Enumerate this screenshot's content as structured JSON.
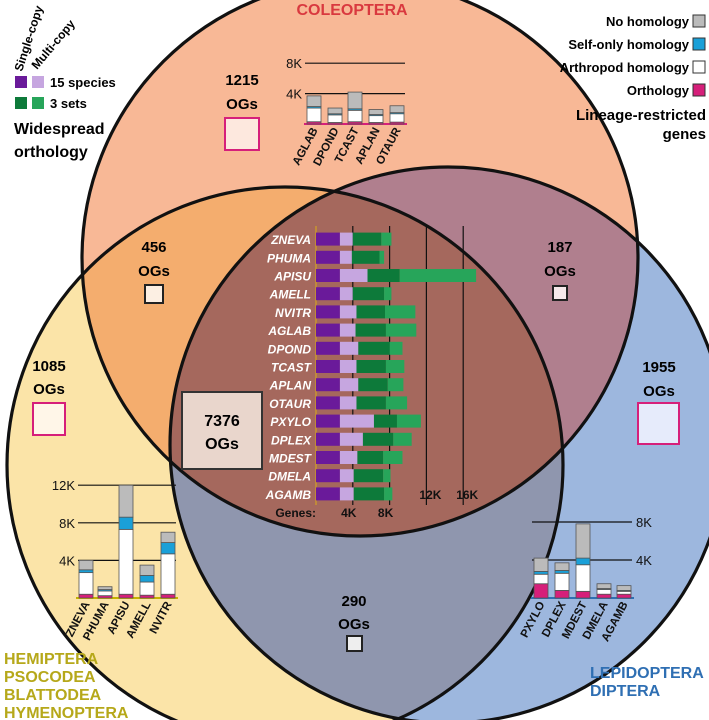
{
  "groups": {
    "coleoptera": {
      "label": "COLEOPTERA",
      "color": "#d9393f"
    },
    "hemiptera": {
      "lines": [
        "HEMIPTERA",
        "PSOCODEA",
        "BLATTODEA",
        "HYMENOPTERA"
      ],
      "color": "#b6a81a"
    },
    "lepidoptera": {
      "lines": [
        "LEPIDOPTERA",
        "DIPTERA"
      ],
      "color": "#2f6fb3"
    }
  },
  "circle_colors": {
    "coleoptera": "#f8b896",
    "hemiptera": "#fbe4a8",
    "lepidoptera": "#9db7de",
    "col_hem": "#f4ad6e",
    "col_lep": "#b07f8e",
    "hem_lep": "#8f96ae",
    "center": "#a5685d"
  },
  "regions": {
    "coleoptera": {
      "count": "1215",
      "unit": "OGs",
      "box_border": "#d61f7a",
      "box_fill": "#fde8de"
    },
    "hemiptera": {
      "count": "1085",
      "unit": "OGs",
      "box_border": "#d61f7a",
      "box_fill": "#fff6e8"
    },
    "lepidoptera": {
      "count": "1955",
      "unit": "OGs",
      "box_border": "#d61f7a",
      "box_fill": "#e6ebfb"
    },
    "col_hem": {
      "count": "456",
      "unit": "OGs",
      "box_border": "#222222",
      "box_fill": "#fcefe3"
    },
    "col_lep": {
      "count": "187",
      "unit": "OGs",
      "box_border": "#222222",
      "box_fill": "#f5e9ea"
    },
    "hem_lep": {
      "count": "290",
      "unit": "OGs",
      "box_border": "#222222",
      "box_fill": "#eeeeee"
    },
    "center": {
      "count": "7376",
      "unit": "OGs",
      "box_border": "#333333",
      "box_fill": "#e9d6cc"
    }
  },
  "widespread_legend": {
    "col_headers": [
      "Single-copy",
      "Multi-copy"
    ],
    "rows": [
      {
        "label": "15 species",
        "colors": [
          "#6a1a9a",
          "#c6a6e0"
        ]
      },
      {
        "label": "3 sets",
        "colors": [
          "#0d7a3a",
          "#27a55a"
        ]
      }
    ],
    "title_lines": [
      "Widespread",
      "orthology"
    ]
  },
  "lineage_legend": {
    "items": [
      {
        "label": "No homology",
        "color": "#bbbbbb"
      },
      {
        "label": "Self-only homology",
        "color": "#1aa0d8"
      },
      {
        "label": "Arthropod homology",
        "color": "#ffffff"
      },
      {
        "label": "Orthology",
        "color": "#d61f7a"
      }
    ],
    "title_lines": [
      "Lineage-restricted",
      "genes"
    ]
  },
  "chart_data": [
    {
      "type": "bar",
      "stacked": true,
      "orientation": "horizontal",
      "panel": "widespread orthology (center)",
      "categories": [
        "ZNEVA",
        "PHUMA",
        "APISU",
        "AMELL",
        "NVITR",
        "AGLAB",
        "DPOND",
        "TCAST",
        "APLAN",
        "OTAUR",
        "PXYLO",
        "DPLEX",
        "MDEST",
        "DMELA",
        "AGAMB"
      ],
      "axis_label": "Genes:",
      "ticks": [
        4000,
        8000,
        12000,
        16000
      ],
      "tick_labels": [
        "4K",
        "8K",
        "12K",
        "16K"
      ],
      "xlim": [
        0,
        17000
      ],
      "series": [
        {
          "name": "15 species Single-copy",
          "color": "#6a1a9a",
          "values": [
            2600,
            2600,
            2600,
            2600,
            2600,
            2600,
            2600,
            2600,
            2600,
            2600,
            2600,
            2600,
            2600,
            2600,
            2600
          ]
        },
        {
          "name": "15 species Multi-copy",
          "color": "#c6a6e0",
          "values": [
            1400,
            1300,
            3000,
            1400,
            1800,
            1700,
            2000,
            1800,
            2000,
            1800,
            3700,
            2500,
            1900,
            1500,
            1500
          ]
        },
        {
          "name": "3 sets Single-copy",
          "color": "#0d7a3a",
          "values": [
            3100,
            3000,
            3500,
            3400,
            3100,
            3300,
            3400,
            3200,
            3200,
            3200,
            2500,
            3300,
            2800,
            3200,
            3300
          ]
        },
        {
          "name": "3 sets Multi-copy",
          "color": "#27a55a",
          "values": [
            1100,
            500,
            8300,
            800,
            3300,
            3300,
            1400,
            2000,
            1700,
            2300,
            2600,
            2000,
            2100,
            800,
            900
          ]
        }
      ]
    },
    {
      "type": "bar",
      "stacked": true,
      "panel": "COLEOPTERA lineage-restricted",
      "categories": [
        "AGLAB",
        "DPOND",
        "TCAST",
        "APLAN",
        "OTAUR"
      ],
      "tick_labels": [
        "4K",
        "8K"
      ],
      "ticks": [
        4000,
        8000
      ],
      "ylim": [
        0,
        9000
      ],
      "series": [
        {
          "name": "Orthology",
          "color": "#d61f7a",
          "values": [
            300,
            200,
            300,
            200,
            250
          ]
        },
        {
          "name": "Arthropod homology",
          "color": "#ffffff",
          "values": [
            1800,
            1000,
            1500,
            900,
            1100
          ]
        },
        {
          "name": "Self-only homology",
          "color": "#1aa0d8",
          "values": [
            200,
            150,
            200,
            150,
            150
          ]
        },
        {
          "name": "No homology",
          "color": "#bbbbbb",
          "values": [
            1400,
            750,
            2200,
            650,
            900
          ]
        }
      ]
    },
    {
      "type": "bar",
      "stacked": true,
      "panel": "HEMIPTERA / PSOCODEA / BLATTODEA / HYMENOPTERA lineage-restricted",
      "categories": [
        "ZNEVA",
        "PHUMA",
        "APISU",
        "AMELL",
        "NVITR"
      ],
      "tick_labels": [
        "4K",
        "8K",
        "12K"
      ],
      "ticks": [
        4000,
        8000,
        12000
      ],
      "ylim": [
        0,
        13000
      ],
      "series": [
        {
          "name": "Orthology",
          "color": "#d61f7a",
          "values": [
            400,
            250,
            400,
            300,
            400
          ]
        },
        {
          "name": "Arthropod homology",
          "color": "#ffffff",
          "values": [
            2300,
            500,
            6900,
            1400,
            4300
          ]
        },
        {
          "name": "Self-only homology",
          "color": "#1aa0d8",
          "values": [
            300,
            150,
            1300,
            700,
            1200
          ]
        },
        {
          "name": "No homology",
          "color": "#bbbbbb",
          "values": [
            1000,
            300,
            3400,
            1100,
            1100
          ]
        }
      ]
    },
    {
      "type": "bar",
      "stacked": true,
      "panel": "LEPIDOPTERA / DIPTERA lineage-restricted",
      "categories": [
        "PXYLO",
        "DPLEX",
        "MDEST",
        "DMELA",
        "AGAMB"
      ],
      "tick_labels": [
        "4K",
        "8K"
      ],
      "ticks": [
        4000,
        8000
      ],
      "ylim": [
        0,
        9000
      ],
      "series": [
        {
          "name": "Orthology",
          "color": "#d61f7a",
          "values": [
            1500,
            800,
            700,
            400,
            400
          ]
        },
        {
          "name": "Arthropod homology",
          "color": "#ffffff",
          "values": [
            1000,
            1800,
            2800,
            500,
            300
          ]
        },
        {
          "name": "Self-only homology",
          "color": "#1aa0d8",
          "values": [
            300,
            300,
            700,
            100,
            100
          ]
        },
        {
          "name": "No homology",
          "color": "#bbbbbb",
          "values": [
            1400,
            800,
            3600,
            500,
            500
          ]
        }
      ]
    }
  ]
}
